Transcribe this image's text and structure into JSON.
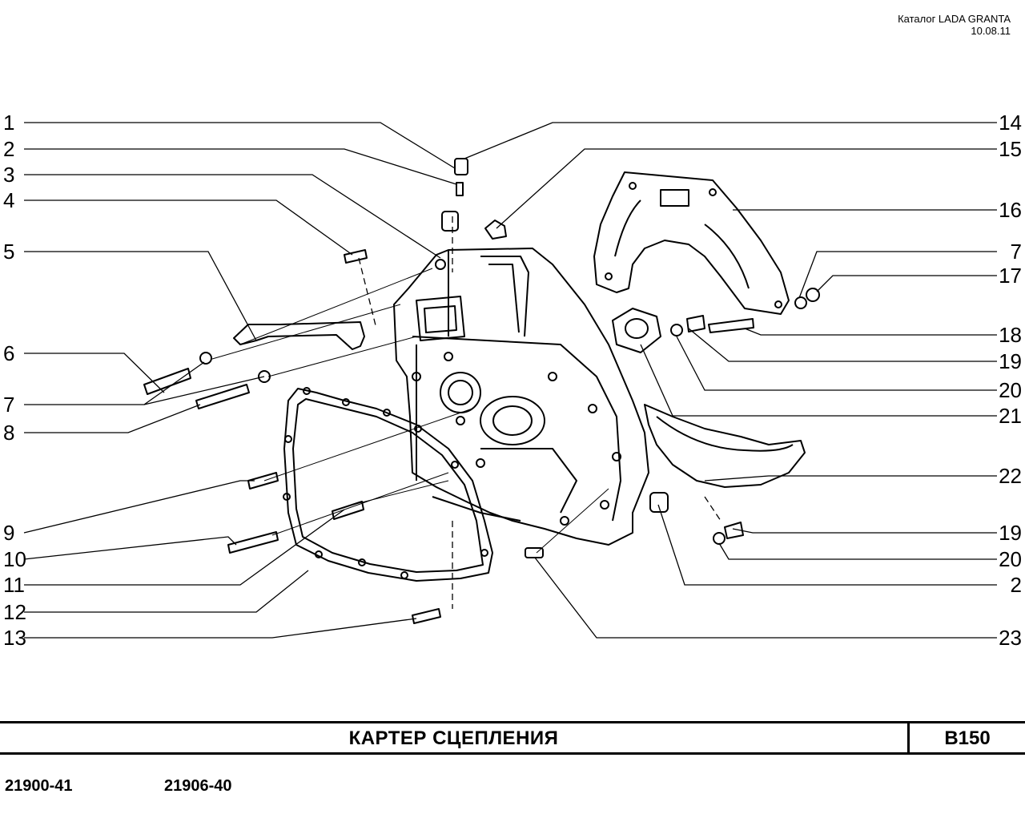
{
  "header": {
    "catalog": "Каталог LADA  GRANTA",
    "date": "10.08.11"
  },
  "callouts_left": [
    "1",
    "2",
    "3",
    "4",
    "5",
    "6",
    "7",
    "8",
    "9",
    "10",
    "11",
    "12",
    "13"
  ],
  "callouts_right": [
    "14",
    "15",
    "16",
    "7",
    "17",
    "18",
    "19",
    "20",
    "21",
    "22",
    "19",
    "20",
    "2",
    "23"
  ],
  "footer": {
    "title": "КАРТЕР   СЦЕПЛЕНИЯ",
    "code": "B150",
    "models": [
      "21900-41",
      "21906-40"
    ]
  }
}
